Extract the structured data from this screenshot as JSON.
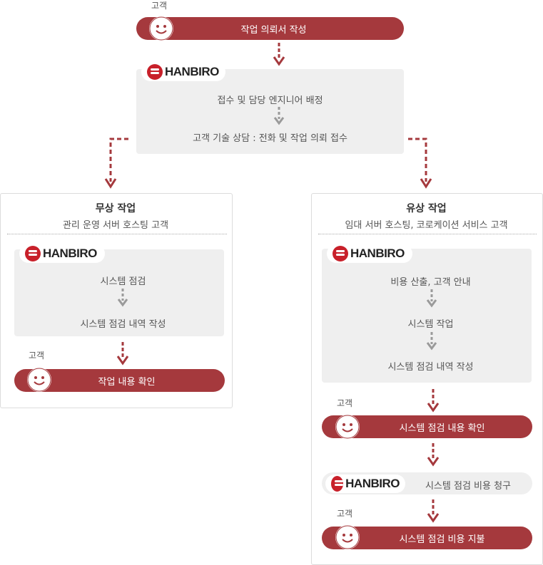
{
  "customer_label": "고객",
  "logo_text": "HANBIRO",
  "top": {
    "request": "작업 의뢰서 작성",
    "step1": "접수 및 담당 엔지니어 배정",
    "step2": "고객 기술 상담 : 전화 및 작업 의뢰 접수"
  },
  "free": {
    "title": "무상 작업",
    "subtitle": "관리 운영 서버 호스팅 고객",
    "step1": "시스템 점검",
    "step2": "시스템 점검 내역 작성",
    "confirm": "작업 내용 확인"
  },
  "paid": {
    "title": "유상 작업",
    "subtitle": "임대 서버 호스팅, 코로케이션 서비스 고객",
    "step1": "비용 산출, 고객 안내",
    "step2": "시스템 작업",
    "step3": "시스템 점검 내역 작성",
    "confirm": "시스템 점검 내용 확인",
    "billing": "시스템 점검 비용 청구",
    "payment": "시스템 점검 비용 지불"
  },
  "colors": {
    "accent": "#a5393d",
    "panel": "#efefef",
    "arrow_grey": "#9a9a9a"
  }
}
